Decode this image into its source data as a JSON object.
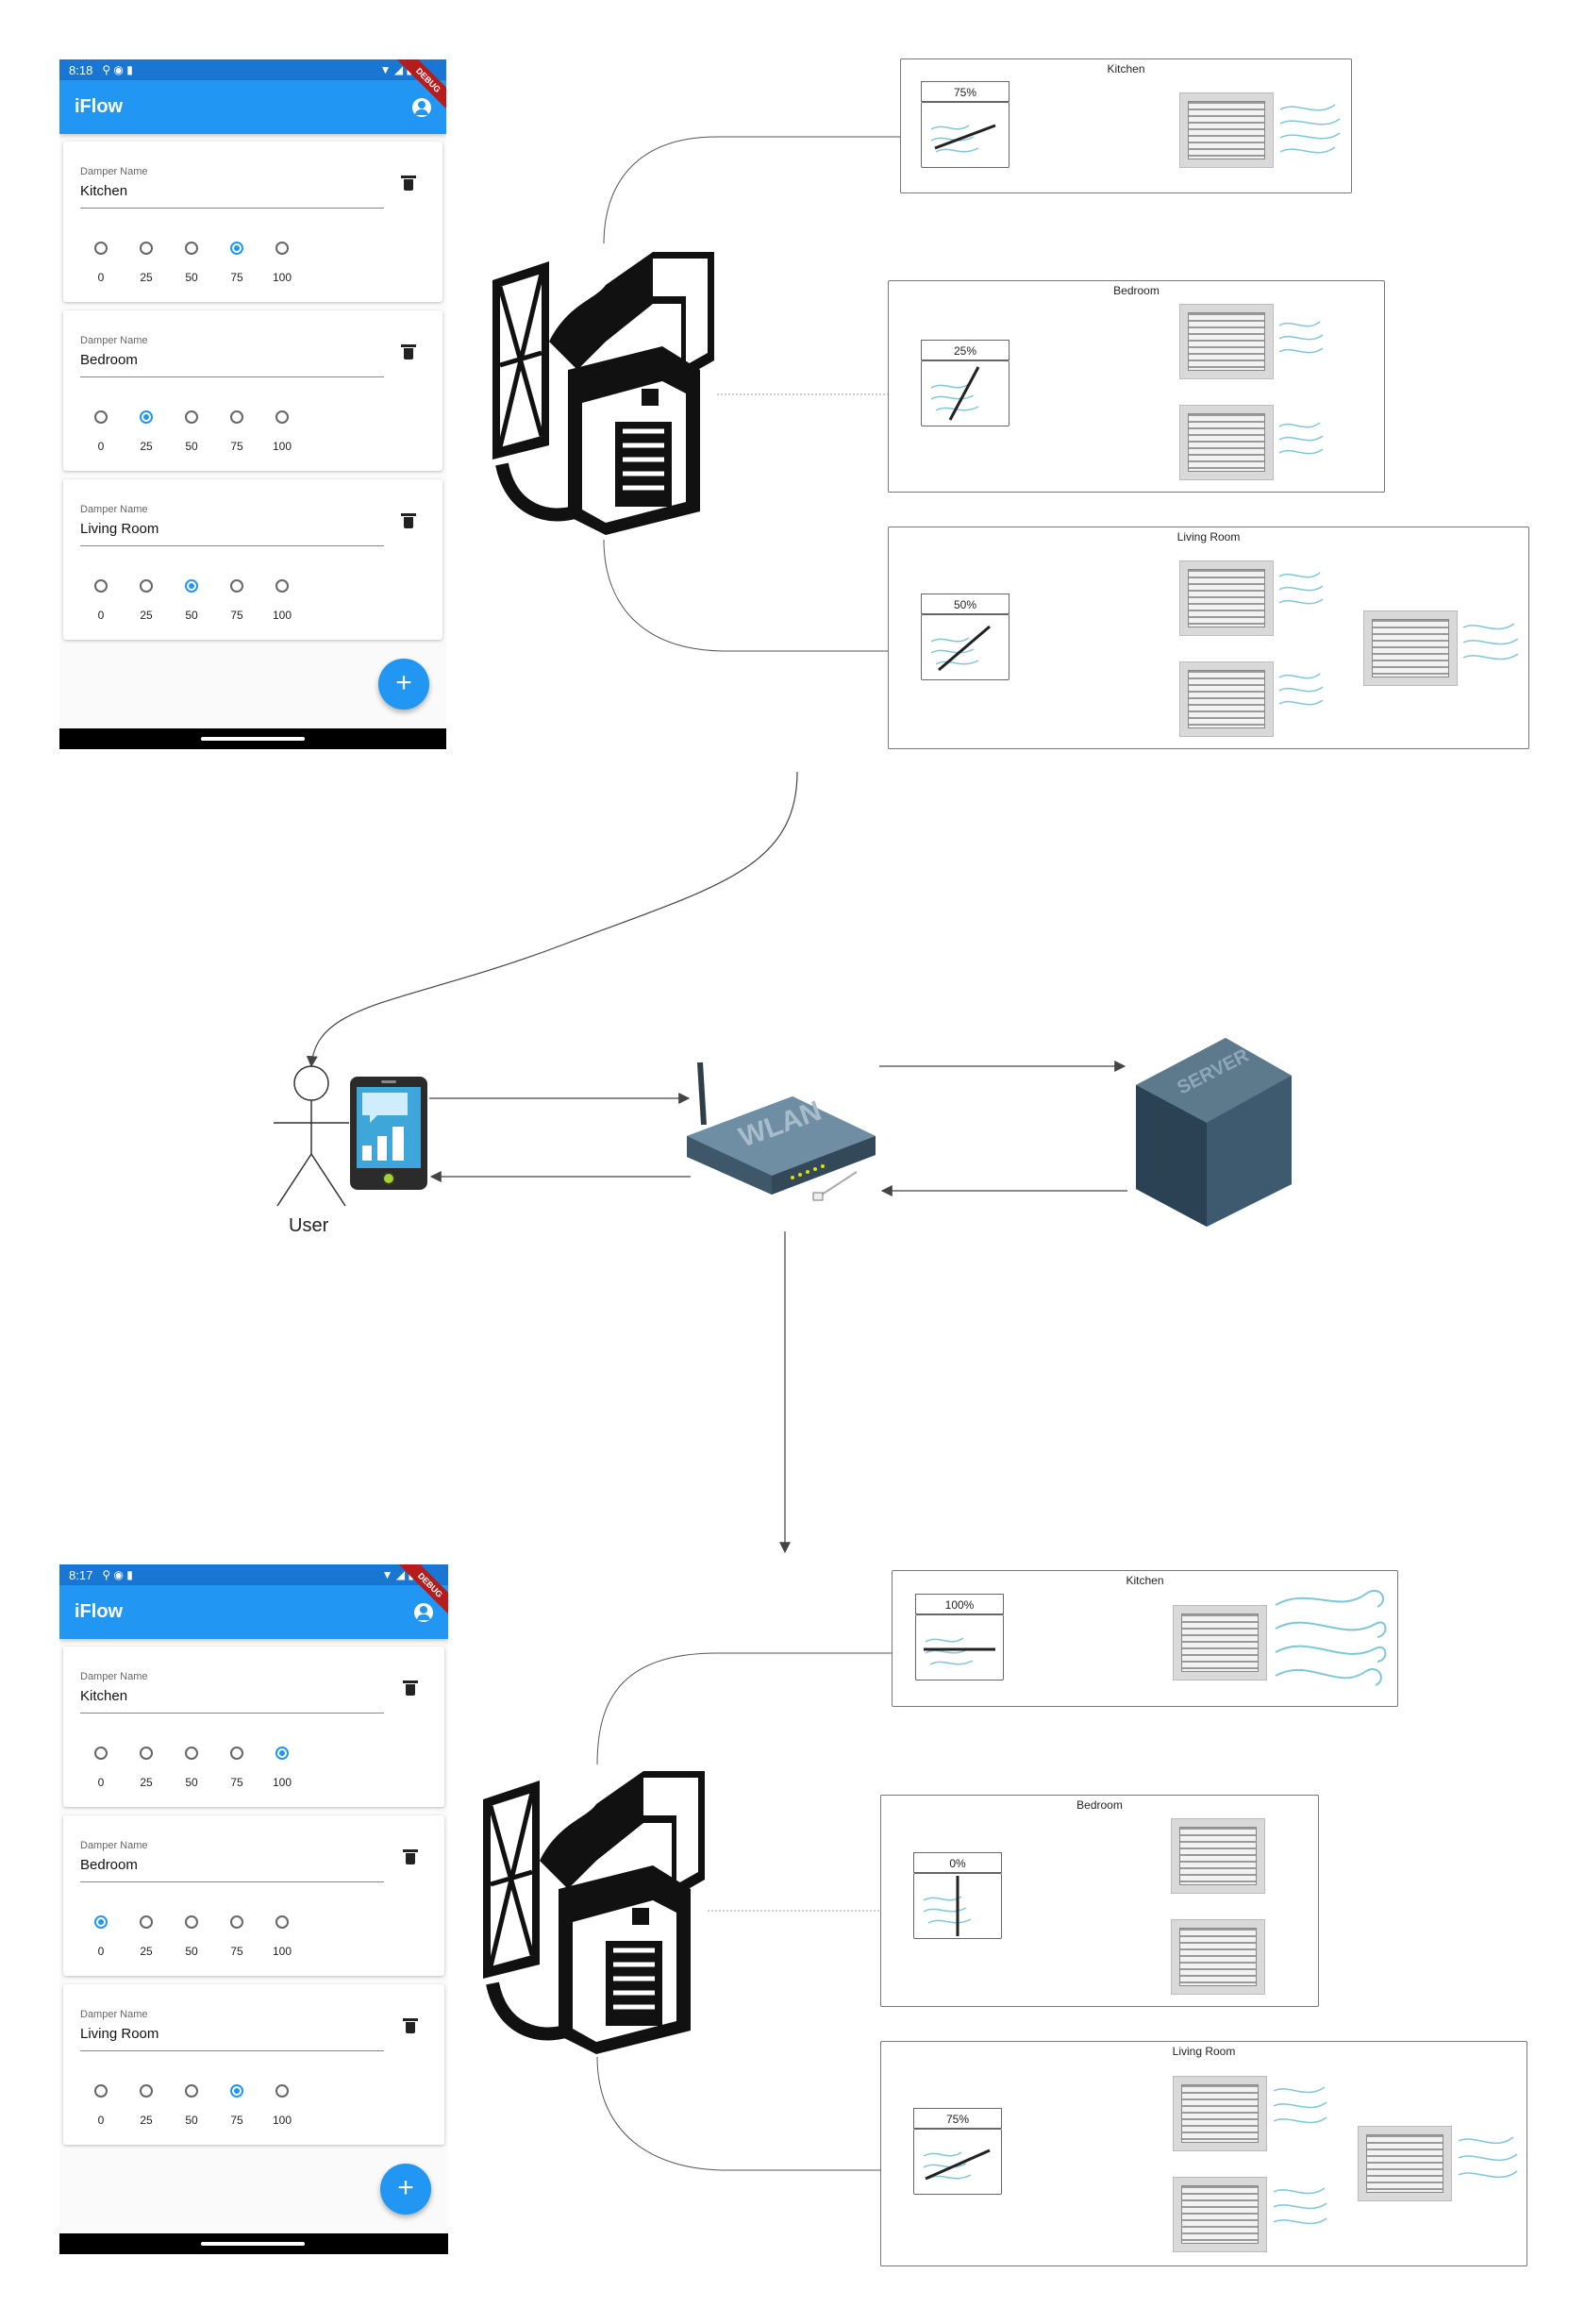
{
  "top_phone": {
    "status_time": "8:18",
    "app_title": "iFlow",
    "debug_banner": "DEBUG",
    "field_label": "Damper Name",
    "option_labels": [
      "0",
      "25",
      "50",
      "75",
      "100"
    ],
    "dampers": [
      {
        "name": "Kitchen",
        "selected": "75"
      },
      {
        "name": "Bedroom",
        "selected": "25"
      },
      {
        "name": "Living Room",
        "selected": "50"
      }
    ],
    "fab_label": "+"
  },
  "bottom_phone": {
    "status_time": "8:17",
    "app_title": "iFlow",
    "debug_banner": "DEBUG",
    "field_label": "Damper Name",
    "option_labels": [
      "0",
      "25",
      "50",
      "75",
      "100"
    ],
    "dampers": [
      {
        "name": "Kitchen",
        "selected": "100"
      },
      {
        "name": "Bedroom",
        "selected": "0"
      },
      {
        "name": "Living Room",
        "selected": "75"
      }
    ],
    "fab_label": "+"
  },
  "top_rooms": {
    "kitchen": {
      "title": "Kitchen",
      "damper_pct": "75%",
      "vents": 1
    },
    "bedroom": {
      "title": "Bedroom",
      "damper_pct": "25%",
      "vents": 2
    },
    "living_room": {
      "title": "Living Room",
      "damper_pct": "50%",
      "vents": 3
    }
  },
  "bottom_rooms": {
    "kitchen": {
      "title": "Kitchen",
      "damper_pct": "100%",
      "vents": 1
    },
    "bedroom": {
      "title": "Bedroom",
      "damper_pct": "0%",
      "vents": 2
    },
    "living_room": {
      "title": "Living Room",
      "damper_pct": "75%",
      "vents": 3
    }
  },
  "network": {
    "user_label": "User",
    "router_text": "WLAN",
    "server_text": "SERVER"
  },
  "colors": {
    "primary": "#2196f3",
    "primary_dark": "#1976d2",
    "air": "#7ec8d6",
    "server": "#3d5a6e"
  }
}
